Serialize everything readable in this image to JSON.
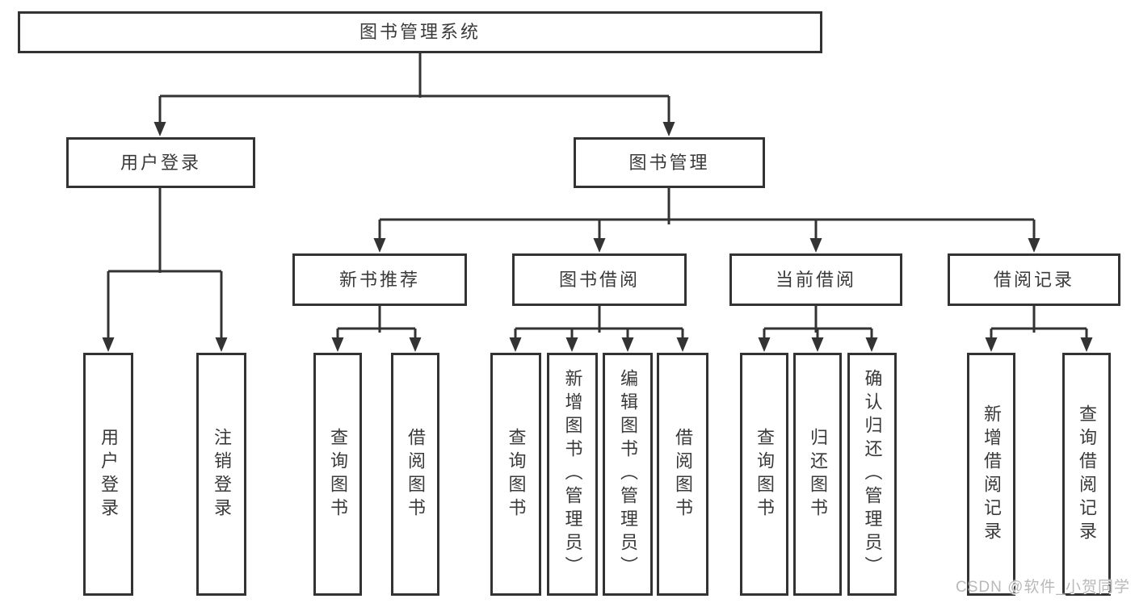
{
  "tree": {
    "root": {
      "label": "图书管理系统"
    },
    "branches": [
      {
        "label": "用户登录",
        "children": [
          {
            "label": "用户登录"
          },
          {
            "label": "注销登录"
          }
        ]
      },
      {
        "label": "图书管理",
        "children": [
          {
            "label": "新书推荐",
            "children": [
              {
                "label": "查询图书"
              },
              {
                "label": "借阅图书"
              }
            ]
          },
          {
            "label": "图书借阅",
            "children": [
              {
                "label": "查询图书"
              },
              {
                "label": "新增图书（管理员）"
              },
              {
                "label": "编辑图书（管理员）"
              },
              {
                "label": "借阅图书"
              }
            ]
          },
          {
            "label": "当前借阅",
            "children": [
              {
                "label": "查询图书"
              },
              {
                "label": "归还图书"
              },
              {
                "label": "确认归还（管理员）"
              }
            ]
          },
          {
            "label": "借阅记录",
            "children": [
              {
                "label": "新增借阅记录"
              },
              {
                "label": "查询借阅记录"
              }
            ]
          }
        ]
      }
    ]
  },
  "watermark": {
    "text": "CSDN @软件_小贺同学"
  },
  "colors": {
    "line": "#333333",
    "text": "#3a3a3a",
    "watermark": "#b9b9b9",
    "background": "#ffffff"
  }
}
